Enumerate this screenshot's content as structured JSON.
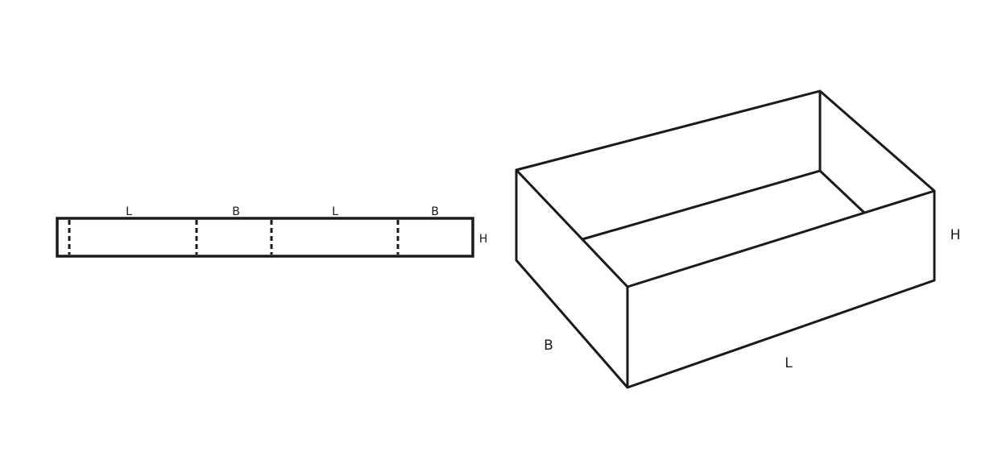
{
  "flat_layout": {
    "panel_labels": [
      "L",
      "B",
      "L",
      "B"
    ],
    "height_label": "H"
  },
  "box_3d": {
    "length_label": "L",
    "breadth_label": "B",
    "height_label": "H"
  },
  "colors": {
    "stroke": "#1a1a1a",
    "background": "#ffffff"
  }
}
